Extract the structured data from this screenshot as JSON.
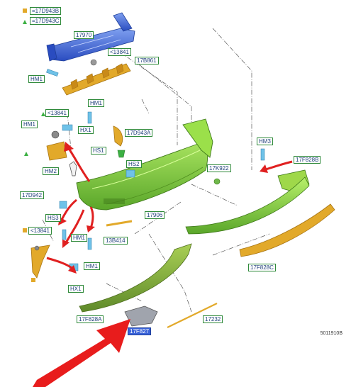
{
  "legend": [
    {
      "symbol": "square",
      "color": "#e2a92a",
      "text": "=17D943B"
    },
    {
      "symbol": "triangle",
      "color": "#3cb043",
      "text": "=17D943C"
    }
  ],
  "labels": {
    "l17970": "17970",
    "l13841a": "<13841",
    "l17b861": "17B861",
    "hm1a": "HM1",
    "l13841b": "<13841",
    "hm1b": "HM1",
    "hx1a": "HX1",
    "hm1c": "HM1",
    "l17d943a": "17D943A",
    "hs1": "HS1",
    "hm2": "HM2",
    "hs2": "HS2",
    "l17k922": "17K922",
    "hm3": "HM3",
    "l17f828b": "17F828B",
    "l17d942": "17D942",
    "hs3": "HS3",
    "l17906": "17906",
    "l13841c": "<13841",
    "hm1d": "HM1",
    "l13b414": "13B414",
    "hm1e": "HM1",
    "l17f828c": "17F828C",
    "hx1b": "HX1",
    "l17f828a": "17F828A",
    "l17232": "17232",
    "l17f827": "17F827"
  },
  "figure_id": "5011910B",
  "colors": {
    "bumper_green": "#7fd63a",
    "reinforcement_blue": "#3d63d6",
    "foam_orange": "#e2a92a",
    "arrow_red": "#e02020",
    "label_border": "#2f8a3a",
    "label_text": "#1f3f7a",
    "selected_label": "#3a63d9"
  }
}
